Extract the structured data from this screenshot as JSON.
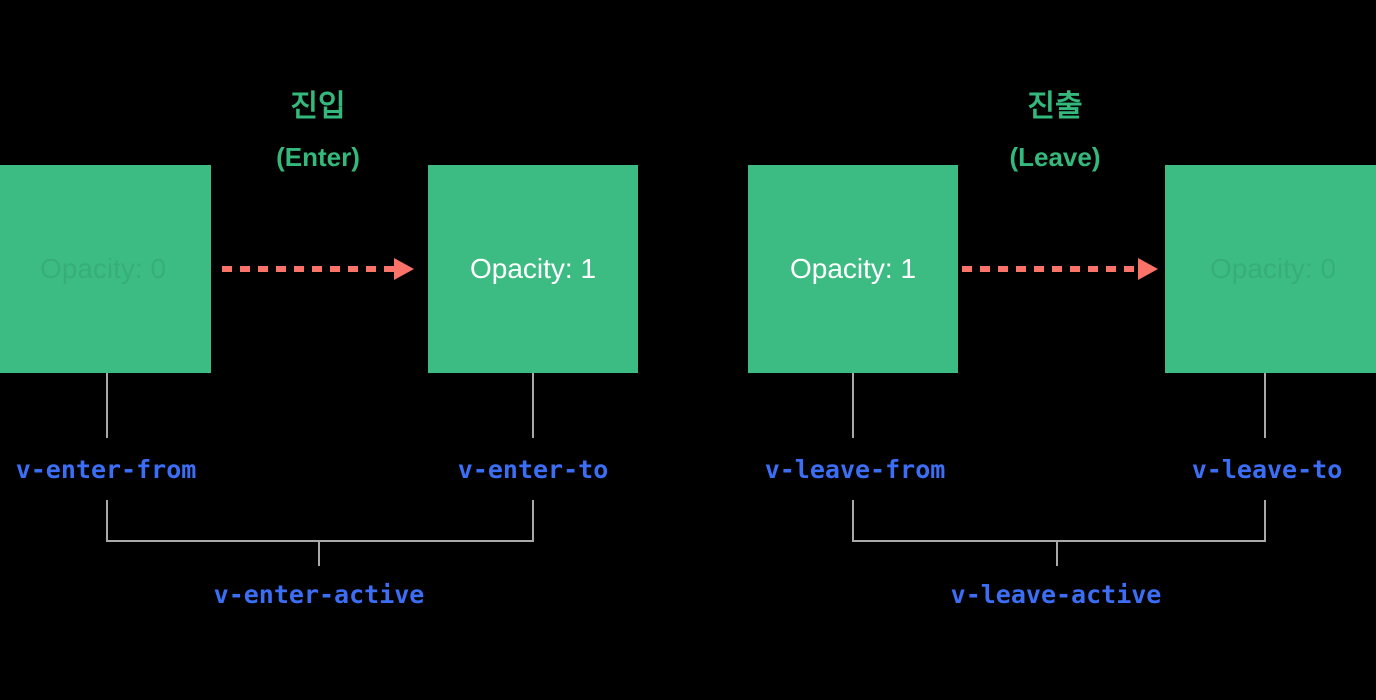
{
  "diagram": {
    "title_enter_ko": "진입",
    "title_enter_en": "(Enter)",
    "title_leave_ko": "진출",
    "title_leave_en": "(Leave)",
    "colors": {
      "background": "#000000",
      "box_green": "#3cbc82",
      "title_green": "#34b87c",
      "arrow_coral": "#fa7268",
      "label_blue": "#3b6ef5",
      "connector_gray": "#a9a9a9",
      "box_text_white": "#ffffff"
    },
    "enter": {
      "from_box_text": "Opacity: 0",
      "to_box_text": "Opacity: 1",
      "from_label": "v-enter-from",
      "to_label": "v-enter-to",
      "active_label": "v-enter-active"
    },
    "leave": {
      "from_box_text": "Opacity: 1",
      "to_box_text": "Opacity: 0",
      "from_label": "v-leave-from",
      "to_label": "v-leave-to",
      "active_label": "v-leave-active"
    },
    "arrows": {
      "enter_arrow_name": "dashed-arrow-right",
      "leave_arrow_name": "dashed-arrow-right"
    }
  }
}
